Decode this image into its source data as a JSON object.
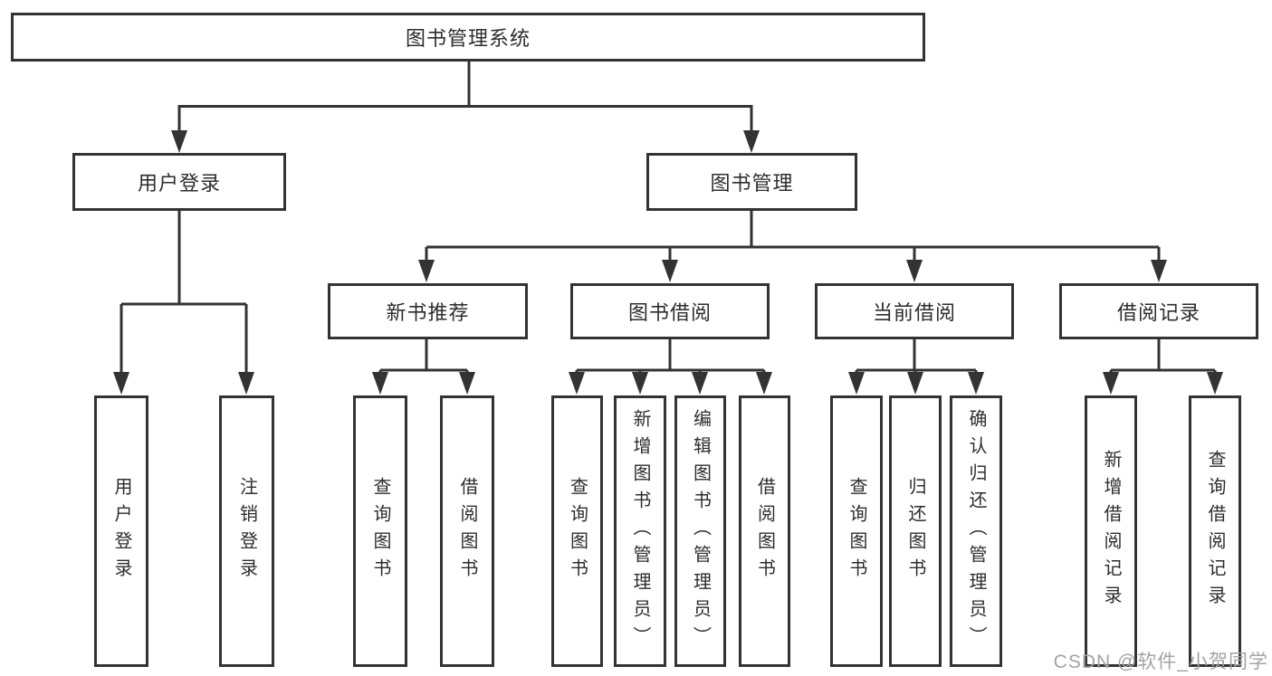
{
  "tree": {
    "label": "图书管理系统",
    "children": [
      {
        "label": "用户登录",
        "children": [
          {
            "label": "用户登录"
          },
          {
            "label": "注销登录"
          }
        ]
      },
      {
        "label": "图书管理",
        "children": [
          {
            "label": "新书推荐",
            "children": [
              {
                "label": "查询图书"
              },
              {
                "label": "借阅图书"
              }
            ]
          },
          {
            "label": "图书借阅",
            "children": [
              {
                "label": "查询图书"
              },
              {
                "label": "新增图书（管理员）"
              },
              {
                "label": "编辑图书（管理员）"
              },
              {
                "label": "借阅图书"
              }
            ]
          },
          {
            "label": "当前借阅",
            "children": [
              {
                "label": "查询图书"
              },
              {
                "label": "归还图书"
              },
              {
                "label": "确认归还（管理员）"
              }
            ]
          },
          {
            "label": "借阅记录",
            "children": [
              {
                "label": "新增借阅记录"
              },
              {
                "label": "查询借阅记录"
              }
            ]
          }
        ]
      }
    ]
  },
  "watermark": "CSDN @软件_小贺同学",
  "colors": {
    "line": "#333333",
    "text": "#2d2d2d",
    "background": "#ffffff",
    "watermark": "#a3a3a3"
  }
}
